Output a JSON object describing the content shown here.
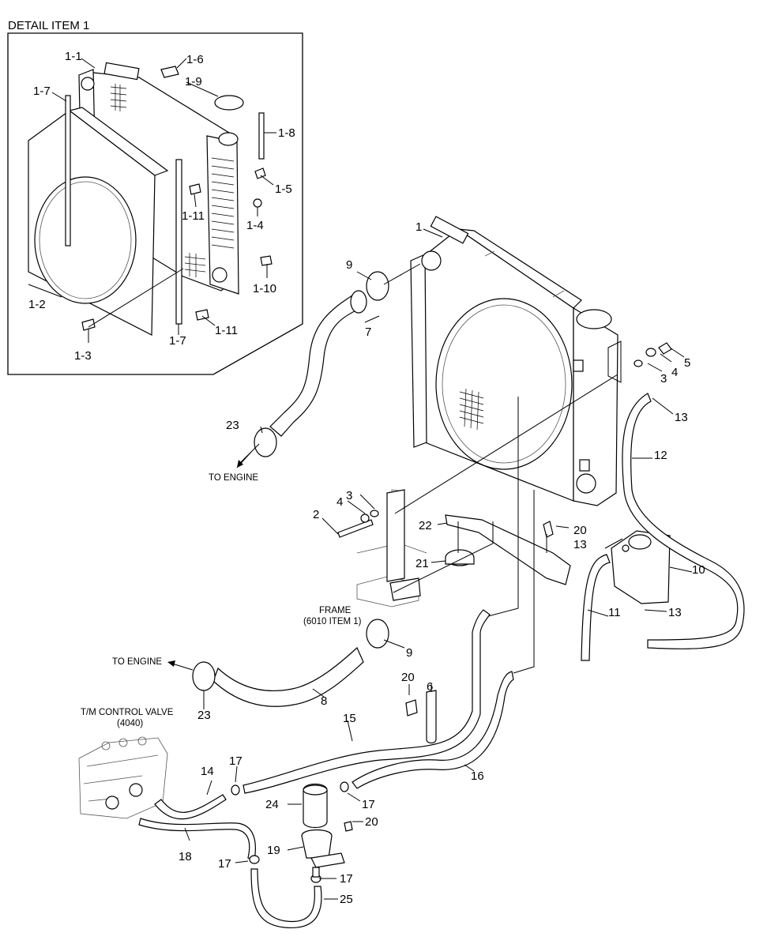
{
  "detail_heading": "DETAIL ITEM 1",
  "notes": {
    "to_engine_upper": "TO ENGINE",
    "to_engine_lower": "TO ENGINE",
    "frame_line1": "FRAME",
    "frame_line2": "(6010 ITEM 1)",
    "tm_valve_line1": "T/M CONTROL VALVE",
    "tm_valve_line2": "(4040)"
  },
  "detail_callouts": {
    "c1_1": "1-1",
    "c1_2": "1-2",
    "c1_3": "1-3",
    "c1_4": "1-4",
    "c1_5": "1-5",
    "c1_6": "1-6",
    "c1_7a": "1-7",
    "c1_7b": "1-7",
    "c1_8": "1-8",
    "c1_9": "1-9",
    "c1_10": "1-10",
    "c1_11a": "1-11",
    "c1_11b": "1-11"
  },
  "callouts": {
    "c1": "1",
    "c2": "2",
    "c3a": "3",
    "c3b": "3",
    "c4a": "4",
    "c4b": "4",
    "c5": "5",
    "c6": "6",
    "c7": "7",
    "c8": "8",
    "c9a": "9",
    "c9b": "9",
    "c10": "10",
    "c11": "11",
    "c12": "12",
    "c13a": "13",
    "c13b": "13",
    "c13c": "13",
    "c14": "14",
    "c15": "15",
    "c16": "16",
    "c17a": "17",
    "c17b": "17",
    "c17c": "17",
    "c17d": "17",
    "c18": "18",
    "c19": "19",
    "c20a": "20",
    "c20b": "20",
    "c20c": "20",
    "c21": "21",
    "c22": "22",
    "c23a": "23",
    "c23b": "23",
    "c24": "24",
    "c25": "25"
  }
}
